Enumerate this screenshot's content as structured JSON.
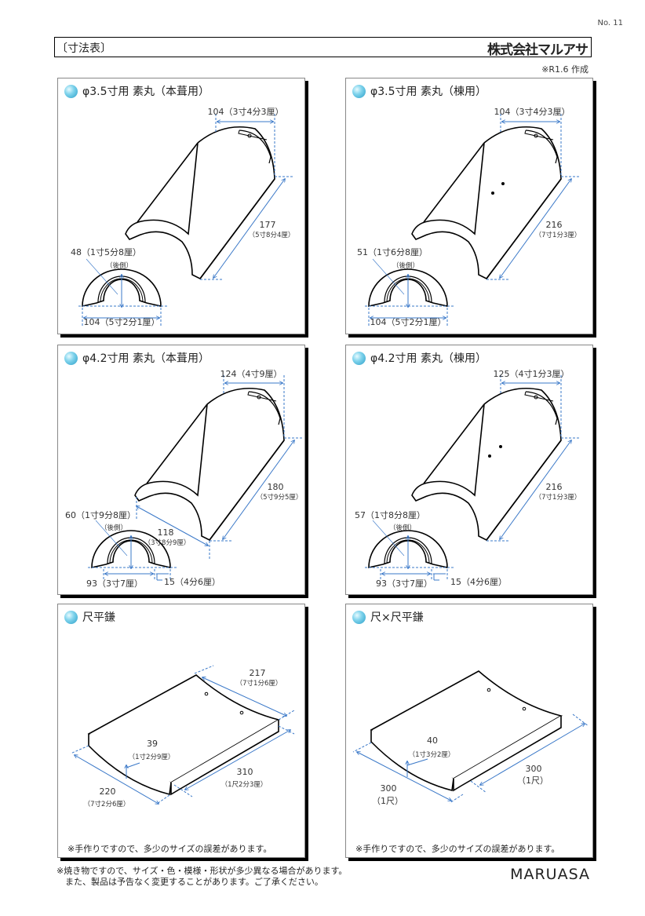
{
  "page_number": "No. 11",
  "header": {
    "title": "〔寸法表〕",
    "company": "株式会社マルアサ",
    "note": "※R1.6 作成"
  },
  "panels": [
    {
      "title": "φ3.5寸用 素丸（本葺用）",
      "top": "104（3寸4分3厘）",
      "len": "177",
      "len_sub": "（5寸8分4厘）",
      "height": "48（1寸5分8厘）",
      "back": "（後側）",
      "width": "104（5寸2分1厘）"
    },
    {
      "title": "φ3.5寸用 素丸（棟用）",
      "top": "104（3寸4分3厘）",
      "len": "216",
      "len_sub": "（7寸1分3厘）",
      "height": "51（1寸6分8厘）",
      "back": "（後側）",
      "width": "104（5寸2分1厘）"
    },
    {
      "title": "φ4.2寸用 素丸（本葺用）",
      "top": "124（4寸9厘）",
      "len": "180",
      "len_sub": "（5寸9分5厘）",
      "front": "118",
      "front_sub": "（3寸8分9厘）",
      "height": "60（1寸9分8厘）",
      "back": "（後側）",
      "width": "93（3寸7厘）",
      "lip": "15（4分6厘）"
    },
    {
      "title": "φ4.2寸用 素丸（棟用）",
      "top": "125（4寸1分3厘）",
      "len": "216",
      "len_sub": "（7寸1分3厘）",
      "height": "57（1寸8分8厘）",
      "back": "（後側）",
      "width": "93（3寸7厘）",
      "lip": "15（4分6厘）"
    },
    {
      "title": "尺平鎌",
      "back_w": "217",
      "back_w_sub": "（7寸1分6厘）",
      "thick": "39",
      "thick_sub": "（1寸2分9厘）",
      "len": "310",
      "len_sub": "（1尺2分3厘）",
      "front_w": "220",
      "front_w_sub": "（7寸2分6厘）",
      "note": "※手作りですので、多少のサイズの誤差があります。"
    },
    {
      "title": "尺×尺平鎌",
      "thick": "40",
      "thick_sub": "（1寸3分2厘）",
      "len": "300",
      "len_sub": "（1尺）",
      "front_w": "300",
      "front_w_sub": "（1尺）",
      "note": "※手作りですので、多少のサイズの誤差があります。"
    }
  ],
  "footer": {
    "lines": [
      "※焼き物ですので、サイズ・色・模様・形状が多少異なる場合があります。",
      "　また、製品は予告なく変更することがあります。ご了承ください。"
    ],
    "logo": "MARUASA"
  },
  "colors": {
    "dimension": "#3a78c8",
    "bullet": "#2a9ec8"
  }
}
